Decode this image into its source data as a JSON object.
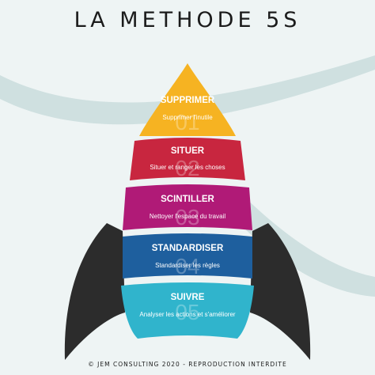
{
  "title": "LA METHODE 5S",
  "footer": "© JEM CONSULTING 2020 - REPRODUCTION INTERDITE",
  "colors": {
    "background": "#eef4f4",
    "swoosh": "#cfe0e0",
    "fins": "#2c2c2c",
    "step1": "#f6b322",
    "step2": "#c8263f",
    "step3": "#b01a77",
    "step4": "#1e5f9e",
    "step5": "#30b4cc"
  },
  "steps": [
    {
      "name": "SUPPRIMER",
      "desc": "Supprimer l'inutile",
      "num": "01"
    },
    {
      "name": "SITUER",
      "desc": "Situer et ranger les choses",
      "num": "02"
    },
    {
      "name": "SCINTILLER",
      "desc": "Nettoyer l'espace du travail",
      "num": "03"
    },
    {
      "name": "STANDARDISER",
      "desc": "Standardiser les règles",
      "num": "04"
    },
    {
      "name": "SUIVRE",
      "desc": "Analyser les actions et s'améliorer",
      "num": "05"
    }
  ]
}
